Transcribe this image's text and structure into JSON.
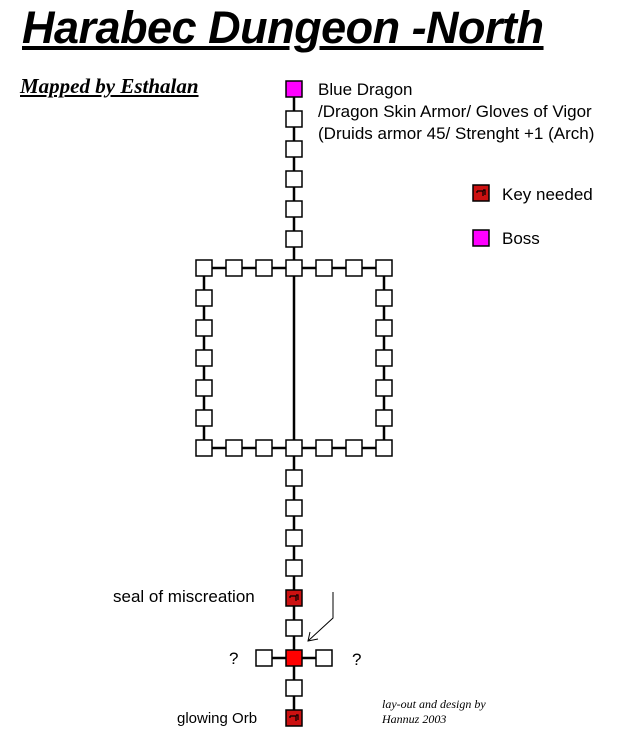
{
  "title": "Harabec Dungeon -North",
  "mapped_by": "Mapped by Esthalan",
  "boss_info": {
    "name": "Blue Dragon",
    "drops": "/Dragon Skin Armor/ Gloves of Vigor",
    "drop_details": "(Druids armor 45/ Strenght +1 (Arch)"
  },
  "legend": {
    "key_needed": "Key needed",
    "boss": "Boss"
  },
  "labels": {
    "seal": "seal of miscreation",
    "unknown_left": "?",
    "unknown_right": "?",
    "orb": "glowing Orb"
  },
  "credit": {
    "line1": "lay-out and design by",
    "line2": "Hannuz 2003"
  },
  "colors": {
    "boss": "#ff00ff",
    "key": "#cc1111",
    "current": "#ff0000",
    "room": "#ffffff"
  }
}
